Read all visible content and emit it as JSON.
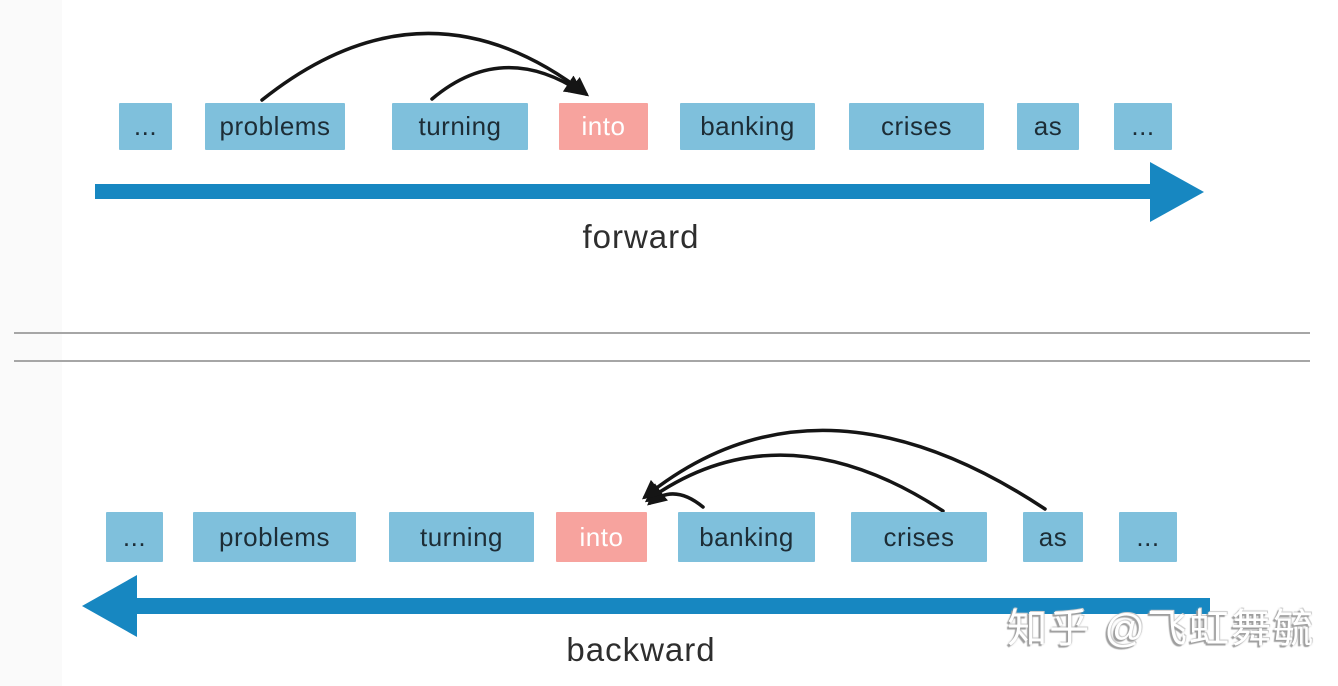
{
  "colors": {
    "token_box": "#7fc0dc",
    "highlight_box": "#f7a39e",
    "token_text": "#1d2d36",
    "highlight_text": "#ffffff",
    "direction_arrow": "#1787c1",
    "context_arrow": "#151515",
    "divider_line": "#a6a6a6",
    "label_text": "#2e2e2e"
  },
  "forward_section": {
    "label": "forward",
    "direction": "left-to-right",
    "tokens": [
      "...",
      "problems",
      "turning",
      "into",
      "banking",
      "crises",
      "as",
      "..."
    ],
    "highlighted_token": "into",
    "context_arrows": [
      {
        "from": "problems",
        "to": "into"
      },
      {
        "from": "turning",
        "to": "into"
      }
    ]
  },
  "backward_section": {
    "label": "backward",
    "direction": "right-to-left",
    "tokens": [
      "...",
      "problems",
      "turning",
      "into",
      "banking",
      "crises",
      "as",
      "..."
    ],
    "highlighted_token": "into",
    "context_arrows": [
      {
        "from": "banking",
        "to": "into"
      },
      {
        "from": "crises",
        "to": "into"
      },
      {
        "from": "as",
        "to": "into"
      }
    ]
  },
  "watermark": {
    "text": "知乎 @飞虹舞毓"
  }
}
